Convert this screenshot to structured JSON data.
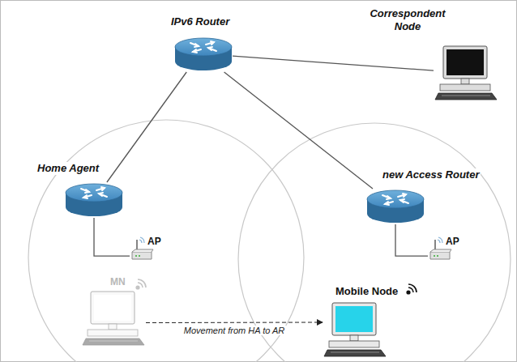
{
  "diagram": {
    "nodes": [
      {
        "text": [
          "IPv6 Router"
        ]
      },
      {
        "text": [
          "Correspondent Node"
        ]
      },
      {
        "text": [
          "Home Agent"
        ]
      },
      {
        "text": [
          "new Access Router"
        ]
      },
      {
        "text": [
          "AP"
        ]
      },
      {
        "text": [
          "AP"
        ]
      },
      {
        "text": [
          "MN"
        ]
      },
      {
        "text": [
          "Mobile Node"
        ]
      }
    ],
    "edges": [
      {
        "from": 0,
        "to": 1,
        "arrow": "none"
      },
      {
        "from": 0,
        "to": 2,
        "arrow": "none"
      },
      {
        "from": 0,
        "to": 3,
        "arrow": "none"
      },
      {
        "from": 2,
        "to": 4,
        "arrow": "none"
      },
      {
        "from": 3,
        "to": 5,
        "arrow": "none"
      },
      {
        "from": 6,
        "to": 7,
        "label": "Movement from HA to AR",
        "arrow": "to"
      }
    ]
  }
}
